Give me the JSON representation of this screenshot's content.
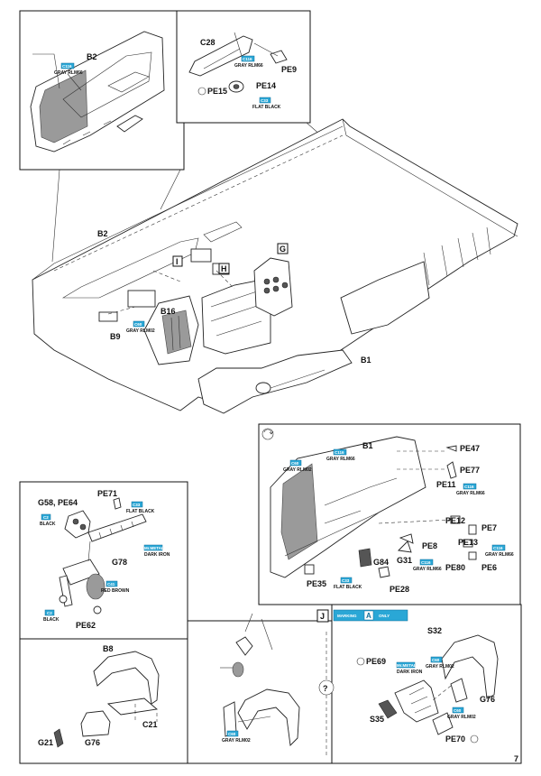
{
  "page_number": "7",
  "inset_b2": {
    "label": "B2",
    "tag": {
      "code": "C116",
      "name": "GRAY RLM66"
    }
  },
  "inset_c28": {
    "label_c28": "C28",
    "label_pe9": "PE9",
    "label_pe14": "PE14",
    "label_pe15": "PE15",
    "tag_gray": {
      "code": "C116",
      "name": "GRAY RLM66"
    },
    "tag_black": {
      "code": "C33",
      "name": "FLAT BLACK"
    }
  },
  "main": {
    "label_b2": "B2",
    "label_b16": "B16",
    "label_b9": "B9",
    "label_b1": "B1",
    "callout_i": "I",
    "callout_h": "H",
    "callout_g": "G",
    "tag_b9": {
      "code": "C60",
      "name": "GRAY RLM02"
    }
  },
  "detail_right": {
    "label_b1": "B1",
    "label_pe47": "PE47",
    "label_pe77": "PE77",
    "label_pe11": "PE11",
    "label_pe12": "PE12",
    "label_pe7": "PE7",
    "label_pe13": "PE13",
    "label_pe8": "PE8",
    "label_g31": "G31",
    "label_g84": "G84",
    "label_pe80": "PE80",
    "label_pe6": "PE6",
    "label_pe35": "PE35",
    "label_pe28": "PE28",
    "tag_rlm02": {
      "code": "C60",
      "name": "GRAY RLM02"
    },
    "tag_rlm66_a": {
      "code": "C116",
      "name": "GRAY RLM66"
    },
    "tag_rlm66_b": {
      "code": "C116",
      "name": "GRAY RLM66"
    },
    "tag_rlm66_c": {
      "code": "C116",
      "name": "GRAY RLM66"
    },
    "tag_rlm66_d": {
      "code": "C116",
      "name": "GRAY RLM66"
    },
    "tag_flatblack": {
      "code": "C33",
      "name": "FLAT BLACK"
    }
  },
  "detail_left": {
    "label_g58": "G58, PE64",
    "label_pe71": "PE71",
    "label_g78": "G78",
    "label_pe62": "PE62",
    "tag_black_a": {
      "code": "C2",
      "name": "BLACK"
    },
    "tag_flatblack": {
      "code": "C33",
      "name": "FLAT BLACK"
    },
    "tag_darkiron": {
      "code": "Mr.METAL COLOR",
      "name": "DARK IRON"
    },
    "tag_redbrown": {
      "code": "C41",
      "name": "RED BROWN"
    },
    "tag_black_b": {
      "code": "C2",
      "name": "BLACK"
    }
  },
  "bottom_left": {
    "label_b8": "B8",
    "label_c21": "C21",
    "label_g21": "G21",
    "label_g76": "G76"
  },
  "bottom_middle": {
    "tag_gray": {
      "code": "C60",
      "name": "GRAY RLM02"
    }
  },
  "bottom_right": {
    "marking_j": "J",
    "marking_text": "MARKING",
    "marking_letter": "A",
    "marking_only": "ONLY",
    "question_mark": "?",
    "label_s32": "S32",
    "label_pe69": "PE69",
    "label_g76": "G76",
    "label_s35": "S35",
    "label_pe70": "PE70",
    "tag_darkiron": {
      "code": "Mr.METAL COLOR",
      "name": "DARK IRON"
    },
    "tag_rlm02_a": {
      "code": "C60",
      "name": "GRAY RLM02"
    },
    "tag_rlm02_b": {
      "code": "C60",
      "name": "GRAY RLM02"
    }
  }
}
